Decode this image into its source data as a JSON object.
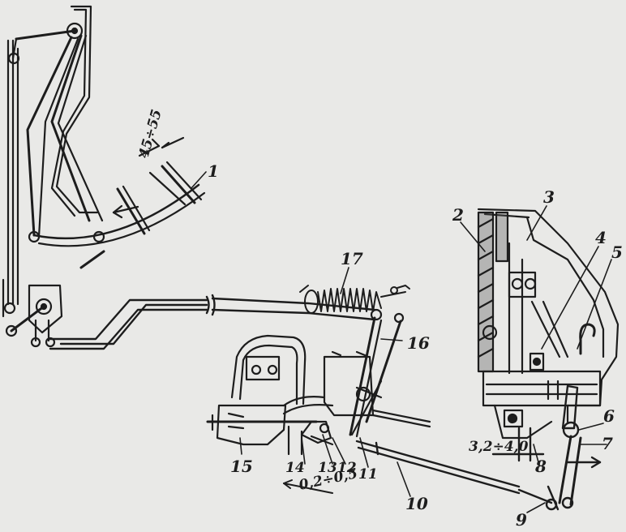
{
  "labels": {
    "l1": "1",
    "l2": "2",
    "l3": "3",
    "l4": "4",
    "l5": "5",
    "l6": "6",
    "l7": "7",
    "l8": "8",
    "l9": "9",
    "l10": "10",
    "l11": "11",
    "l12": "12",
    "l13": "13",
    "l14": "14",
    "l15": "15",
    "l16": "16",
    "l17": "17"
  },
  "dimensions": {
    "pedal_travel": "45÷55",
    "bearing_gap": "3,2÷4,0",
    "valve_gap": "0,2÷0,5"
  }
}
